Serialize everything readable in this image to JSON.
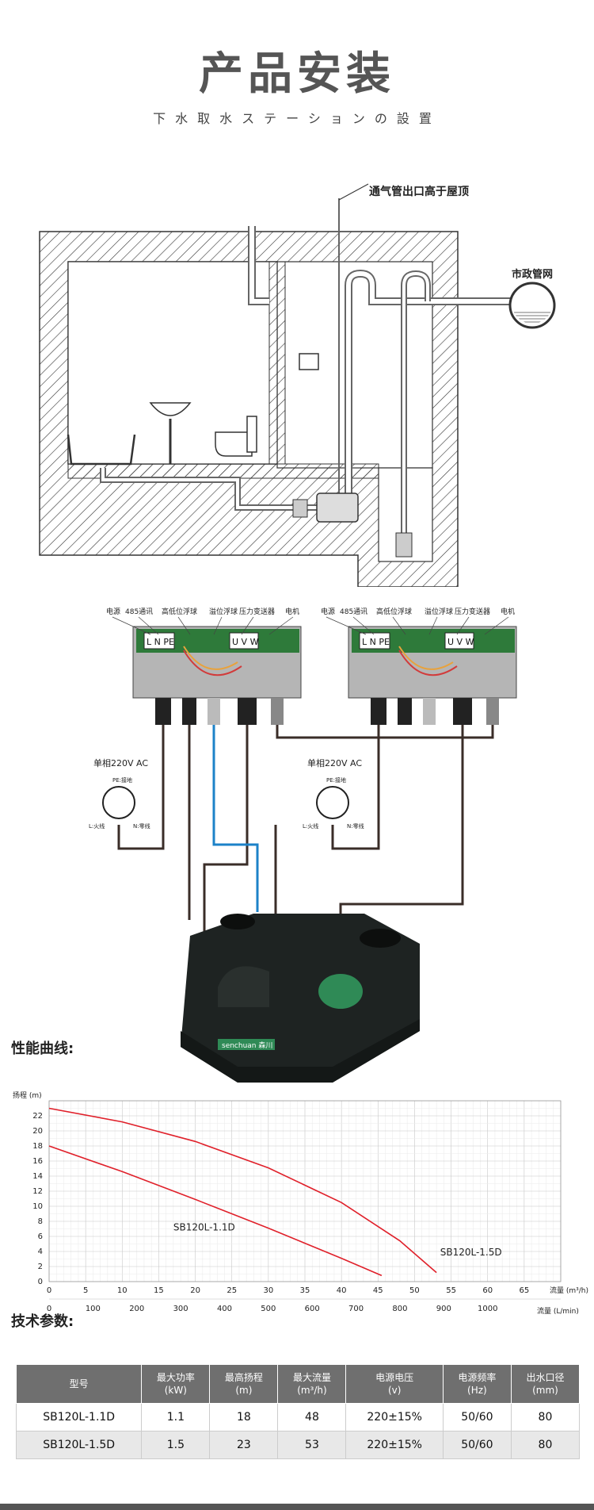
{
  "header": {
    "title": "产品安装",
    "subtitle": "下水取水ステーションの設置"
  },
  "install_diagram": {
    "vent_label": "通气管出口高于屋顶",
    "sewer_label": "市政管网"
  },
  "wiring_diagram": {
    "terminal_labels": [
      "电源",
      "485通讯",
      "高低位浮球",
      "溢位浮球",
      "压力变送器",
      "电机"
    ],
    "terminal_codes": {
      "lnpe": "L N PE",
      "uvw": "U V W"
    },
    "power_label": "单相220V AC",
    "pe_label": "PE:接地",
    "l_label": "L:火线",
    "n_label": "N:零线",
    "brand": "senchuan 森川"
  },
  "performance": {
    "heading": "性能曲线:"
  },
  "chart_data": {
    "type": "line",
    "ylabel": "扬程 (m)",
    "xlabel": "流量 (m³/h)",
    "x2label": "流量 (L/min)",
    "xlim": [
      0,
      70
    ],
    "ylim": [
      0,
      24
    ],
    "x_ticks": [
      0,
      5,
      10,
      15,
      20,
      25,
      30,
      35,
      40,
      45,
      50,
      55,
      60,
      65
    ],
    "x2_ticks": [
      0,
      100,
      200,
      300,
      400,
      500,
      600,
      700,
      800,
      900,
      1000
    ],
    "y_ticks": [
      0,
      2,
      4,
      6,
      8,
      10,
      12,
      14,
      16,
      18,
      20,
      22
    ],
    "grid": true,
    "series": [
      {
        "name": "SB120L-1.1D",
        "color": "#e0202a",
        "x": [
          0,
          10,
          20,
          30,
          40,
          45.5
        ],
        "y": [
          18,
          14.6,
          10.9,
          7.1,
          3.1,
          0.8
        ]
      },
      {
        "name": "SB120L-1.5D",
        "color": "#e0202a",
        "x": [
          0,
          10,
          20,
          30,
          40,
          48,
          53
        ],
        "y": [
          23,
          21.2,
          18.6,
          15.1,
          10.5,
          5.4,
          1.2
        ]
      }
    ]
  },
  "specs": {
    "heading": "技术参数:",
    "columns": [
      {
        "name": "型号",
        "unit": ""
      },
      {
        "name": "最大功率",
        "unit": "(kW)"
      },
      {
        "name": "最高扬程",
        "unit": "(m)"
      },
      {
        "name": "最大流量",
        "unit": "(m³/h)"
      },
      {
        "name": "电源电压",
        "unit": "(v)"
      },
      {
        "name": "电源频率",
        "unit": "(Hz)"
      },
      {
        "name": "出水口径",
        "unit": "(mm)"
      }
    ],
    "rows": [
      [
        "SB120L-1.1D",
        "1.1",
        "18",
        "48",
        "220±15%",
        "50/60",
        "80"
      ],
      [
        "SB120L-1.5D",
        "1.5",
        "23",
        "53",
        "220±15%",
        "50/60",
        "80"
      ]
    ]
  }
}
